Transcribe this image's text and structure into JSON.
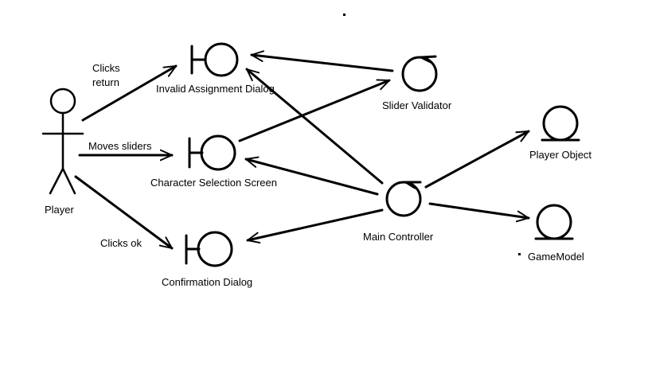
{
  "diagram": {
    "type": "uml-robustness-diagram",
    "actor": {
      "label": "Player"
    },
    "boundaries": [
      {
        "id": "invalid_dialog",
        "label": "Invalid Assignment Dialog"
      },
      {
        "id": "char_screen",
        "label": "Character Selection Screen"
      },
      {
        "id": "confirm_dialog",
        "label": "Confirmation Dialog"
      }
    ],
    "controls": [
      {
        "id": "slider_validator",
        "label": "Slider Validator"
      },
      {
        "id": "main_controller",
        "label": "Main Controller"
      }
    ],
    "entities": [
      {
        "id": "player_object",
        "label": "Player Object"
      },
      {
        "id": "game_model",
        "label": "GameModel"
      }
    ],
    "messages": [
      {
        "from": "player",
        "to": "invalid_dialog",
        "label_line1": "Clicks",
        "label_line2": "return"
      },
      {
        "from": "player",
        "to": "char_screen",
        "label_line1": "Moves sliders"
      },
      {
        "from": "player",
        "to": "confirm_dialog",
        "label_line1": "Clicks ok"
      }
    ],
    "stroke_color": "#000000",
    "background_color": "#ffffff"
  }
}
